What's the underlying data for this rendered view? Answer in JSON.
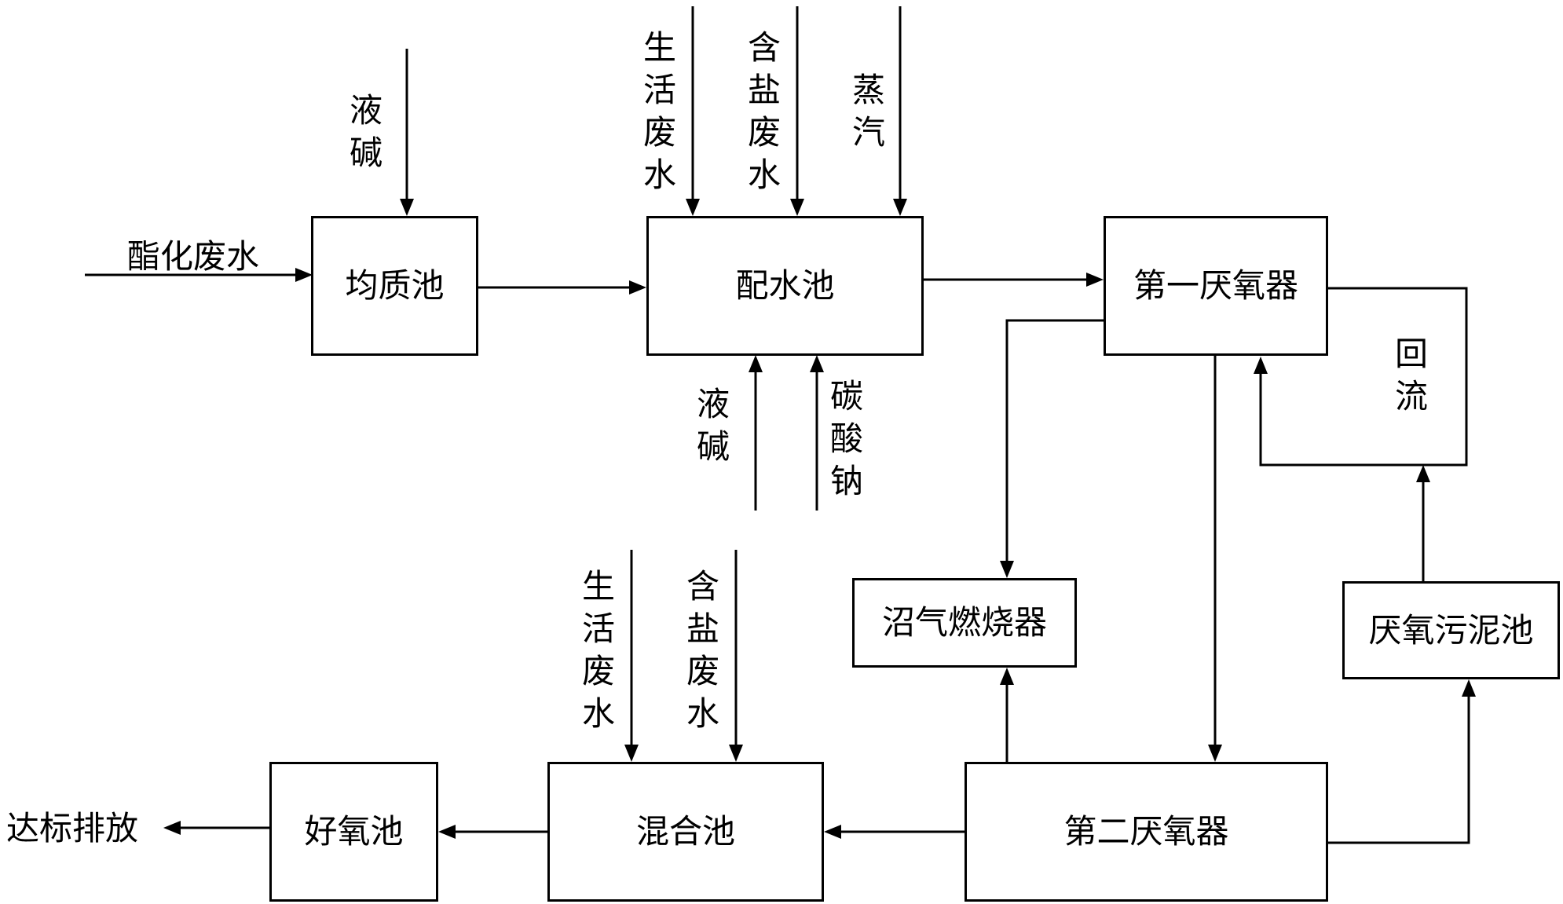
{
  "boxes": {
    "homogenizer": "均质池",
    "mixing_water": "配水池",
    "anaerobic_1": "第一厌氧器",
    "biogas_burner": "沼气燃烧器",
    "anaerobic_sludge": "厌氧污泥池",
    "anaerobic_2": "第二厌氧器",
    "mixing_pool": "混合池",
    "aerobic_pool": "好氧池"
  },
  "labels": {
    "esterification_wastewater": "酯化废水",
    "liquid_alkali_top": "液碱",
    "domestic_wastewater_top": "生活废水",
    "saline_wastewater_top": "含盐废水",
    "steam": "蒸汽",
    "liquid_alkali_bottom": "液碱",
    "sodium_carbonate": "碳酸钠",
    "reflux": "回流",
    "domestic_wastewater_bottom": "生活废水",
    "saline_wastewater_bottom": "含盐废水",
    "discharge": "达标排放"
  }
}
